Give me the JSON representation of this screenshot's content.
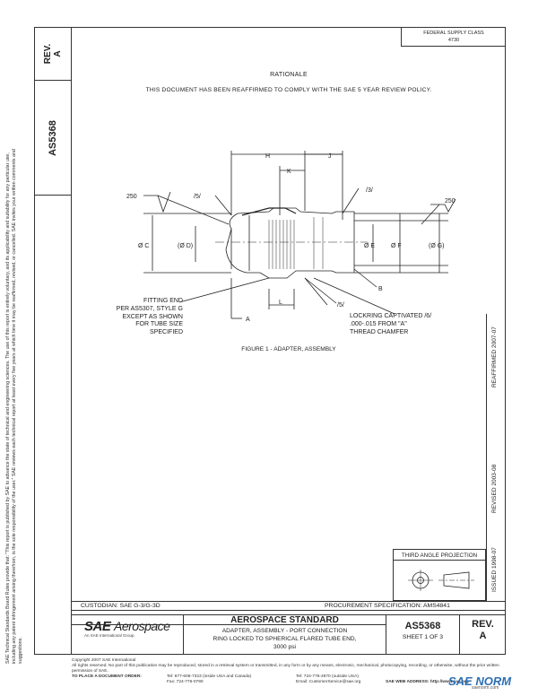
{
  "header": {
    "rev_label": "REV.",
    "rev_value": "A",
    "doc_number": "AS5368",
    "federal_supply_class": "FEDERAL SUPPLY CLASS",
    "fsc_number": "4730"
  },
  "side_note": "SAE Technical Standards Board Rules provide that: \"This report is published by SAE to advance the state of technical and engineering sciences. The use of this report is entirely voluntary, and its applicability and suitability for any particular use, including any patent infringement arising therefrom, is the sole responsibility of the user.\" SAE reviews each technical report at least every five years at which time it may be reaffirmed, revised, or cancelled. SAE invites your written comments and suggestions.",
  "rationale": {
    "title": "RATIONALE",
    "text": "THIS DOCUMENT HAS BEEN REAFFIRMED TO COMPLY WITH THE SAE 5 YEAR REVIEW POLICY."
  },
  "drawing": {
    "dims_top": [
      "H",
      "J",
      "K"
    ],
    "note_3": "/3/",
    "note_5_top": "/5/",
    "finish_left": "250",
    "finish_right": "250",
    "dia_c": "Ø C",
    "dia_d": "(Ø D)",
    "dia_e": "Ø E",
    "dia_f": "Ø F",
    "dia_g": "(Ø G)",
    "label_a": "A",
    "label_b": "B",
    "label_l": "L",
    "note_5_bottom": "/5/",
    "fitting_end": [
      "FITTING END",
      "PER AS5307, STYLE G",
      "EXCEPT AS SHOWN",
      "FOR TUBE SIZE",
      "SPECIFIED"
    ],
    "lockring": [
      "LOCKRING CAPTIVATED /6/",
      ".000-.015 FROM \"A\"",
      "THREAD CHAMFER"
    ],
    "caption": "FIGURE 1 - ADAPTER, ASSEMBLY"
  },
  "right_strip": {
    "issued": "ISSUED 1998-07",
    "revised": "REVISED 2003-08",
    "reaffirmed": "REAFFIRMED 2007-07"
  },
  "third_angle": "THIRD ANGLE PROJECTION",
  "title_block": {
    "custodian": "CUSTODIAN: SAE G-3/G-3D",
    "procurement": "PROCUREMENT SPECIFICATION: AMS4841",
    "logo_sae": "SAE",
    "logo_aerospace": "Aerospace",
    "logo_sub": "An SAE International Group",
    "standard": "AEROSPACE STANDARD",
    "title_line1": "ADAPTER, ASSEMBLY - PORT CONNECTION",
    "title_line2": "RING LOCKED TO SPHERICAL FLARED TUBE END,",
    "title_line3": "3000 psi",
    "doc": "AS5368",
    "sheet": "SHEET 1 OF 3",
    "rev_label": "REV.",
    "rev_value": "A"
  },
  "footer": {
    "copyright": "Copyright 2007 SAE International",
    "rights": "All rights reserved. No part of this publication may be reproduced, stored in a retrieval system or transmitted, in any form or by any means, electronic, mechanical, photocopying, recording, or otherwise, without the prior written permission of SAE.",
    "order_label": "TO PLACE A DOCUMENT ORDER:",
    "tel": "Tel: 877-606-7323 (inside USA and Canada)",
    "tel2": "Tel: 724-776-4970 (outside USA)",
    "fax": "Fax: 724-776-0790",
    "email": "Email: CustomerService@sae.org",
    "web": "SAE WEB ADDRESS: http://www.sae.org"
  },
  "watermark": "SAE NORM",
  "watermark_sub": "saenorm.com"
}
